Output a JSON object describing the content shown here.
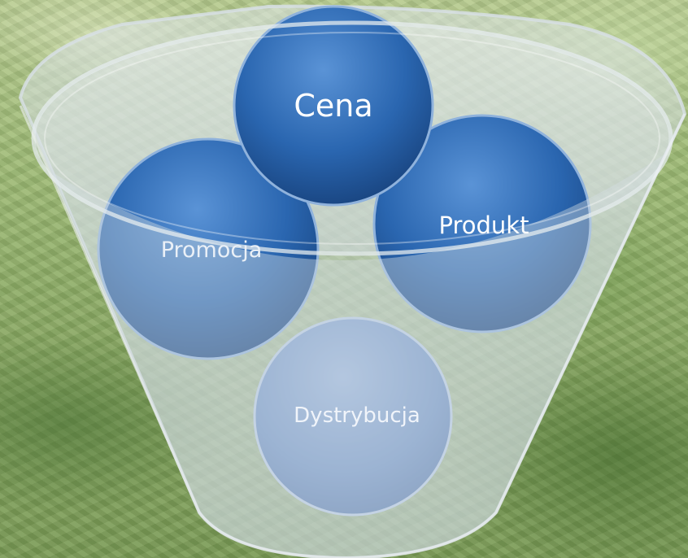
{
  "diagram": {
    "center_circle": {
      "label": "Cena",
      "color": "#2a66b0"
    },
    "right_circle": {
      "label": "Produkt",
      "color": "#2a66b0"
    },
    "left_circle": {
      "label": "Promocja",
      "color": "#2a66b0"
    },
    "bottom_circle": {
      "label": "Dystrybucja",
      "color": "#6f93c3"
    }
  },
  "colors": {
    "background": "#8fae6a",
    "funnel_rim": "#c9d3dc",
    "circle_blue": "#2a66b0",
    "label_text": "#ffffff"
  }
}
